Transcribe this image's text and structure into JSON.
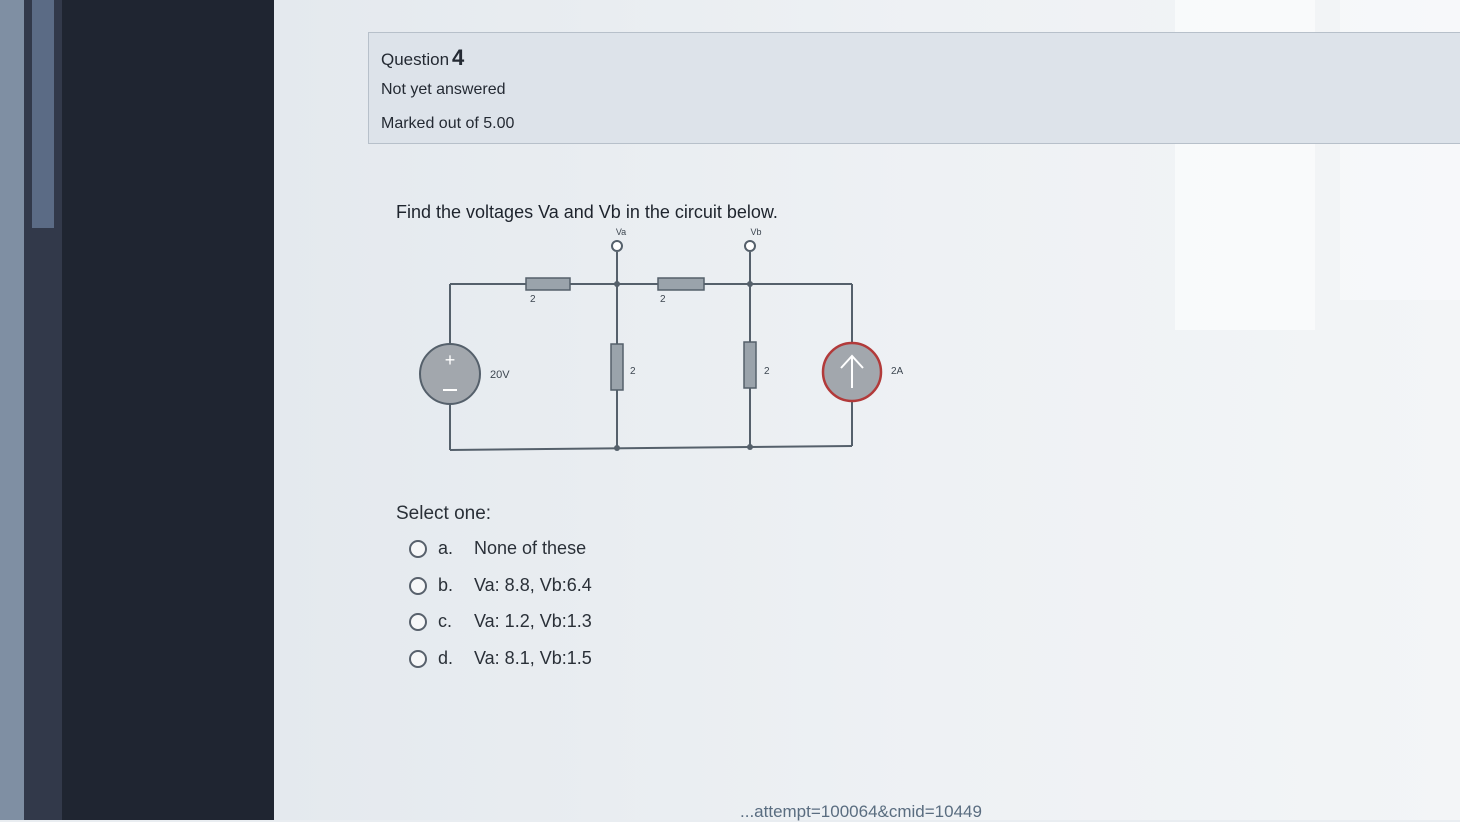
{
  "question": {
    "label": "Question",
    "number": "4",
    "state": "Not yet answered",
    "mark": "Marked out of 5.00",
    "text": "Find the voltages Va and Vb in the circuit below."
  },
  "circuit": {
    "node_a_label": "Va",
    "node_b_label": "Vb",
    "r1_label": "2",
    "r2_label": "2",
    "r3_label": "2",
    "r4_label": "2",
    "voltage_source_label": "20V",
    "current_source_label": "2A"
  },
  "answers": {
    "prompt": "Select one:",
    "options": [
      {
        "letter": "a.",
        "text": "None of these"
      },
      {
        "letter": "b.",
        "text": "Va: 8.8, Vb:6.4"
      },
      {
        "letter": "c.",
        "text": "Va: 1.2, Vb:1.3"
      },
      {
        "letter": "d.",
        "text": "Va: 8.1, Vb:1.5"
      }
    ]
  },
  "url_fragment": "...attempt=100064&cmid=10449",
  "colors": {
    "sidebar": "#1f2531",
    "wire": "#55606b",
    "resistor": "#9aa3ab",
    "current_source_stroke": "#b23a3a"
  }
}
